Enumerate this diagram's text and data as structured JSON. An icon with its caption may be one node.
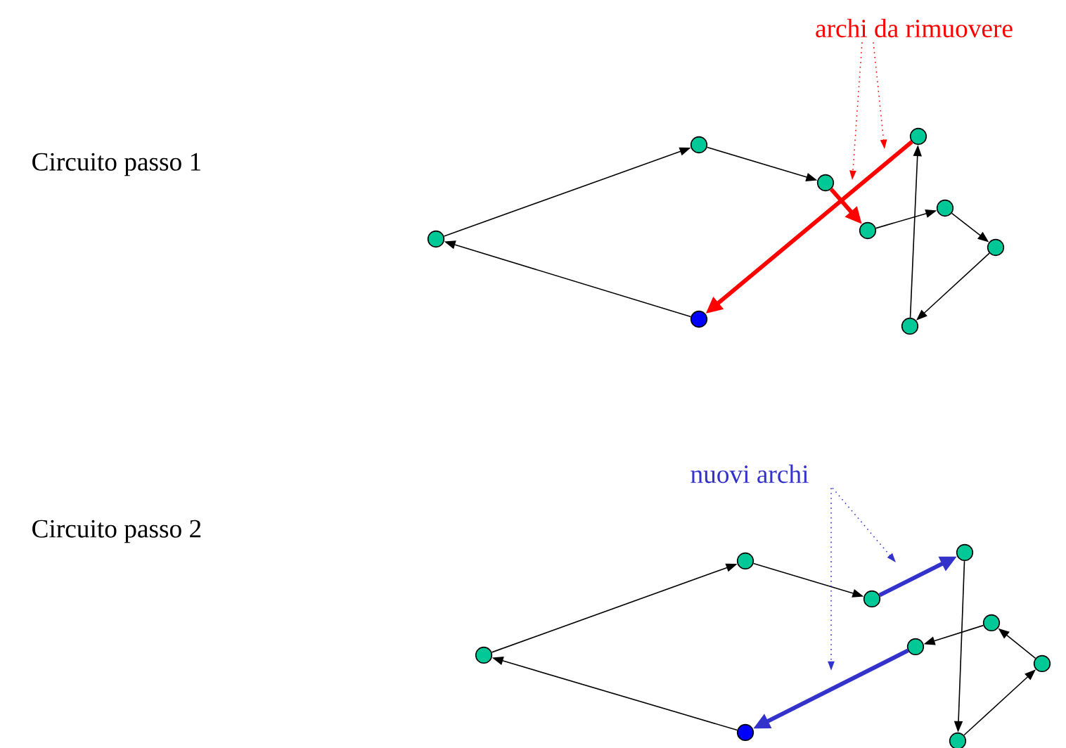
{
  "diagram": {
    "nodes": [
      {
        "text": [
          "archi da rimuovere"
        ]
      },
      {
        "text": [],
        "shape": "circle"
      },
      {
        "text": [],
        "shape": "circle"
      },
      {
        "text": [],
        "shape": "circle"
      },
      {
        "text": [],
        "shape": "circle"
      },
      {
        "text": [],
        "shape": "circle"
      },
      {
        "text": [],
        "shape": "circle"
      },
      {
        "text": [],
        "shape": "circle"
      },
      {
        "text": [],
        "shape": "circle"
      },
      {
        "text": [],
        "shape": "circle"
      },
      {
        "text": [
          "nuovi archi"
        ]
      },
      {
        "text": [],
        "shape": "circle"
      },
      {
        "text": [],
        "shape": "circle"
      },
      {
        "text": [],
        "shape": "circle"
      },
      {
        "text": [],
        "shape": "circle"
      },
      {
        "text": [],
        "shape": "circle"
      },
      {
        "text": [],
        "shape": "circle"
      },
      {
        "text": [],
        "shape": "circle"
      },
      {
        "text": [],
        "shape": "circle"
      },
      {
        "text": [],
        "shape": "circle"
      }
    ],
    "edges": [
      {
        "from": 9,
        "to": 1,
        "arrow": "to"
      },
      {
        "from": 1,
        "to": 2,
        "arrow": "to"
      },
      {
        "from": 2,
        "to": 3,
        "arrow": "to"
      },
      {
        "from": 3,
        "to": 4,
        "arrow": "to",
        "style": "thick",
        "color": "#ff0000"
      },
      {
        "from": 4,
        "to": 5,
        "arrow": "to"
      },
      {
        "from": 5,
        "to": 6,
        "arrow": "to"
      },
      {
        "from": 6,
        "to": 7,
        "arrow": "to"
      },
      {
        "from": 7,
        "to": 8,
        "arrow": "to"
      },
      {
        "from": 8,
        "to": 9,
        "arrow": "to",
        "style": "thick",
        "color": "#ff0000"
      },
      {
        "from": 0,
        "to": null,
        "arrow": "to",
        "style": "dashed",
        "color": "#ff0000"
      },
      {
        "from": 0,
        "to": null,
        "arrow": "to",
        "style": "dashed",
        "color": "#ff0000"
      },
      {
        "from": 19,
        "to": 11,
        "arrow": "to"
      },
      {
        "from": 11,
        "to": 12,
        "arrow": "to"
      },
      {
        "from": 12,
        "to": 13,
        "arrow": "to"
      },
      {
        "from": 13,
        "to": 14,
        "arrow": "to",
        "style": "thick",
        "color": "#3333cc"
      },
      {
        "from": 14,
        "to": 15,
        "arrow": "to"
      },
      {
        "from": 15,
        "to": 16,
        "arrow": "to"
      },
      {
        "from": 16,
        "to": 17,
        "arrow": "to"
      },
      {
        "from": 17,
        "to": 18,
        "arrow": "to"
      },
      {
        "from": 18,
        "to": 19,
        "arrow": "to",
        "style": "thick",
        "color": "#3333cc"
      },
      {
        "from": 10,
        "to": null,
        "arrow": "to",
        "style": "dashed",
        "color": "#3333cc"
      },
      {
        "from": 10,
        "to": null,
        "arrow": "to",
        "style": "dashed",
        "color": "#3333cc"
      }
    ],
    "labels": [
      "Circuito passo 1",
      "Circuito passo 2"
    ]
  }
}
